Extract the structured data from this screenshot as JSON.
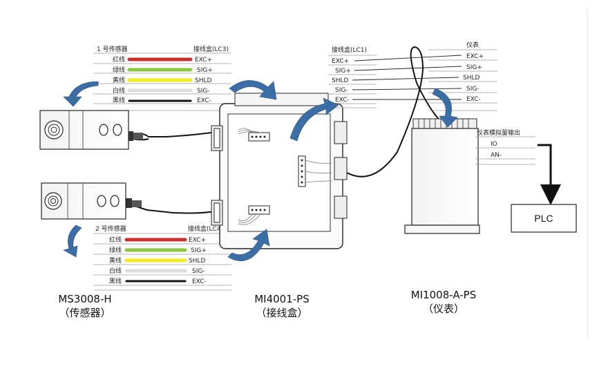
{
  "sensor1": {
    "title": "1 号传感器",
    "lc_title": "接线盒(LC3)",
    "wires": [
      "红线",
      "绿线",
      "黄线",
      "白线",
      "黑线"
    ],
    "terms": [
      "EXC+",
      "SIG+",
      "SHLD",
      "SIG-",
      "EXC-"
    ]
  },
  "sensor2": {
    "title": "2 号传感器",
    "lc_title": "接线盒(LC4)",
    "wires": [
      "红线",
      "绿线",
      "黄线",
      "白线",
      "黑线"
    ],
    "terms": [
      "EXC+",
      "SIG+",
      "SHLD",
      "SIG-",
      "EXC-"
    ]
  },
  "jbox": {
    "title": "接线盒(LC1)",
    "terms": [
      "EXC+",
      "SIG+",
      "SHLD",
      "SIG-",
      "EXC-"
    ]
  },
  "meter": {
    "title": "仪表",
    "terms": [
      "EXC+",
      "SIG+",
      "SHLD",
      "SIG-",
      "EXC-"
    ],
    "analog_title": "仪表模拟量输出",
    "analog_terms": [
      "IO",
      "AN-"
    ]
  },
  "plc": {
    "label": "PLC"
  },
  "captions": {
    "sensor_model": "MS3008-H",
    "sensor_name": "（传感器）",
    "jbox_model": "MI4001-PS",
    "jbox_name": "（接线盒）",
    "meter_model": "MI1008-A-PS",
    "meter_name": "（仪表）"
  },
  "colors": {
    "red_wire": "#c9302c",
    "green_wire": "#8dc63f",
    "yellow_wire": "#f2ea1c",
    "white_wire": "#dddddd",
    "black_wire": "#111111",
    "arrow_blue": "#3b6ea5"
  }
}
